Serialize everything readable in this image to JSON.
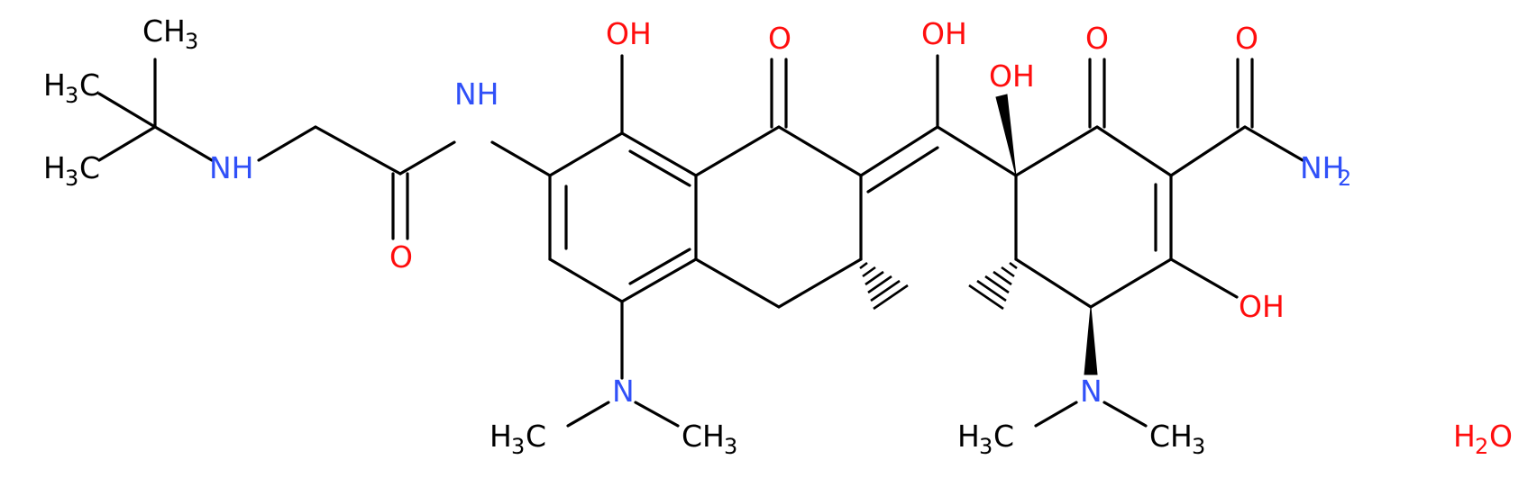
{
  "labels": {
    "oh_1": "OH",
    "o_ketone_1": "O",
    "oh_2": "OH",
    "o_ketone_2": "O",
    "o_amide": "O",
    "nh2": "NH",
    "nh2_sub": "2",
    "oh_3": "OH",
    "oh_4": "OH",
    "nh_amide": "NH",
    "nh_amine": "NH",
    "o_glycyl": "O",
    "ch3_top": "CH",
    "ch3_top_sub": "3",
    "h3c_mid": "H",
    "h3c_mid_sub": "3",
    "h3c_mid_c": "C",
    "h3c_low": "H",
    "h3c_low_sub": "3",
    "h3c_low_c": "C",
    "n_dimethyl_1": "N",
    "h3c_dm1": "H",
    "h3c_dm1_sub": "3",
    "h3c_dm1_c": "C",
    "ch3_dm1": "CH",
    "ch3_dm1_sub": "3",
    "n_dimethyl_2": "N",
    "h3c_dm2": "H",
    "h3c_dm2_sub": "3",
    "h3c_dm2_c": "C",
    "ch3_dm2": "CH",
    "ch3_dm2_sub": "3",
    "water_h": "H",
    "water_sub": "2",
    "water_o": "O"
  },
  "colors": {
    "oxygen": "#ff0d0d",
    "nitrogen": "#3050f8",
    "carbon": "#000000",
    "background": "#ffffff"
  }
}
